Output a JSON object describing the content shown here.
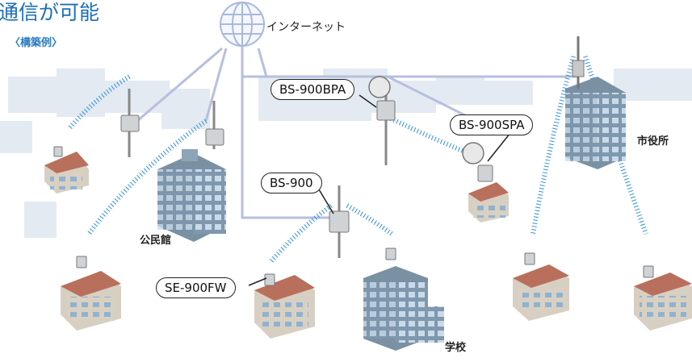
{
  "header": {
    "title": "通信が可能",
    "subtitle": "〈構築例〉"
  },
  "labels": {
    "internet": "インターネット",
    "city_hall": "市役所",
    "community_center": "公民館",
    "school": "学校"
  },
  "devices": {
    "bs900bpa": "BS-900BPA",
    "bs900spa": "BS-900SPA",
    "bs900": "BS-900",
    "se900fw": "SE-900FW"
  },
  "colors": {
    "title": "#1e6fb8",
    "skyline": "#dde6ef",
    "network_line": "#b7bfe0",
    "wave": "#2f8fd6",
    "building_blue": "#8ea5b8",
    "roof_red": "#b86f5c"
  }
}
